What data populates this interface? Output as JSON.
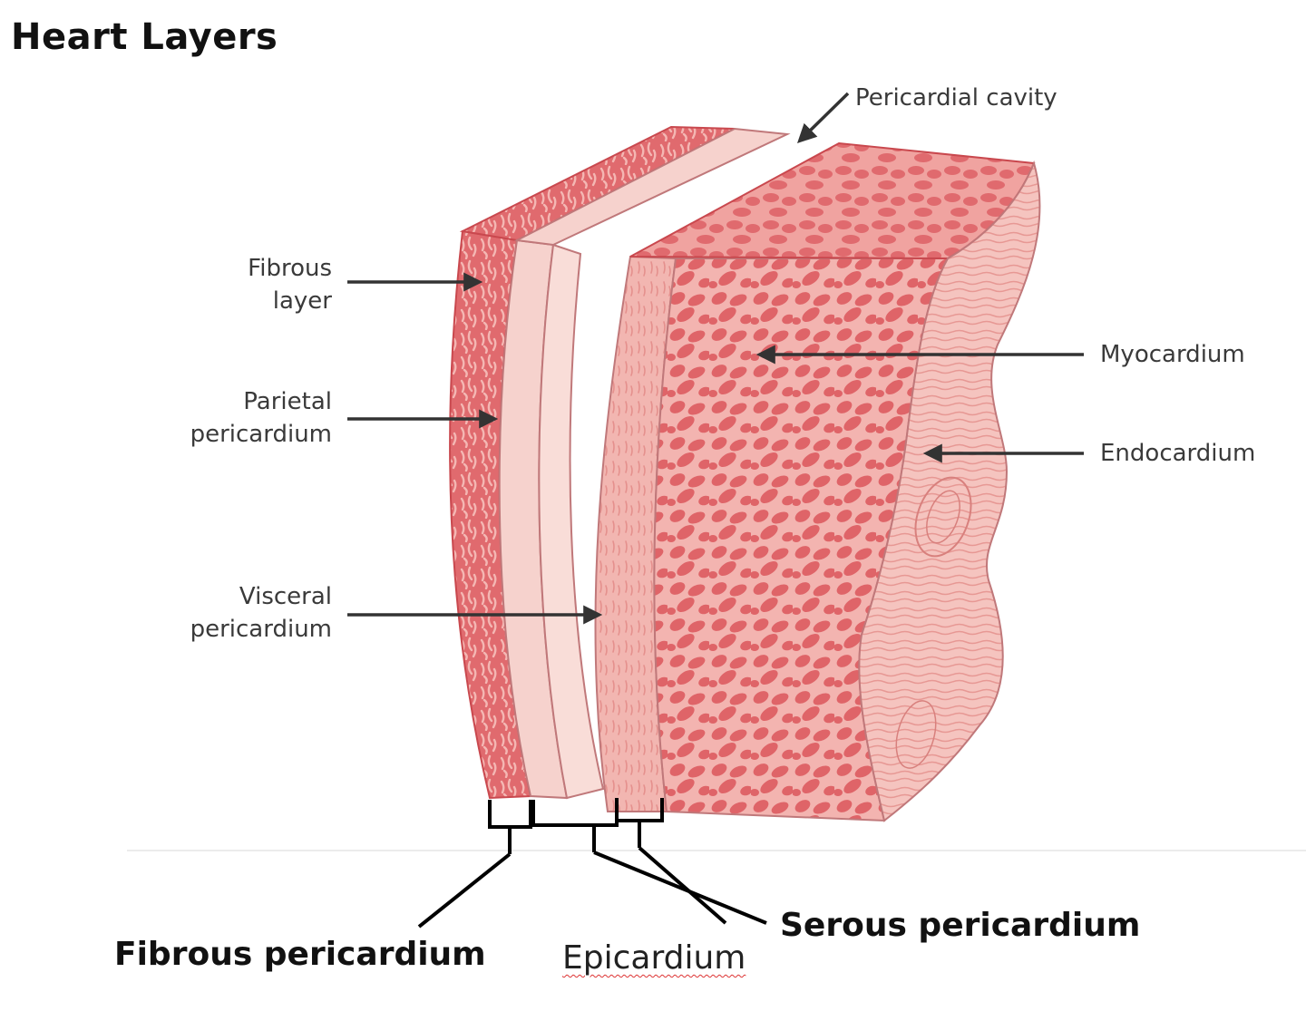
{
  "title": "Heart Layers",
  "labels": {
    "pericardial_cavity": "Pericardial cavity",
    "fibrous_layer_1": "Fibrous",
    "fibrous_layer_2": "layer",
    "parietal_1": "Parietal",
    "parietal_2": "pericardium",
    "visceral_1": "Visceral",
    "visceral_2": "pericardium",
    "myocardium": "Myocardium",
    "endocardium": "Endocardium"
  },
  "groups": {
    "fibrous_pericardium": "Fibrous pericardium",
    "epicardium": "Epicardium",
    "serous_pericardium": "Serous pericardium"
  },
  "colors": {
    "muscle": "#e06a6e",
    "muscle_dark": "#c9484e",
    "pale": "#f6d2cd",
    "mid": "#f0a9a6",
    "arrow": "#333333"
  }
}
